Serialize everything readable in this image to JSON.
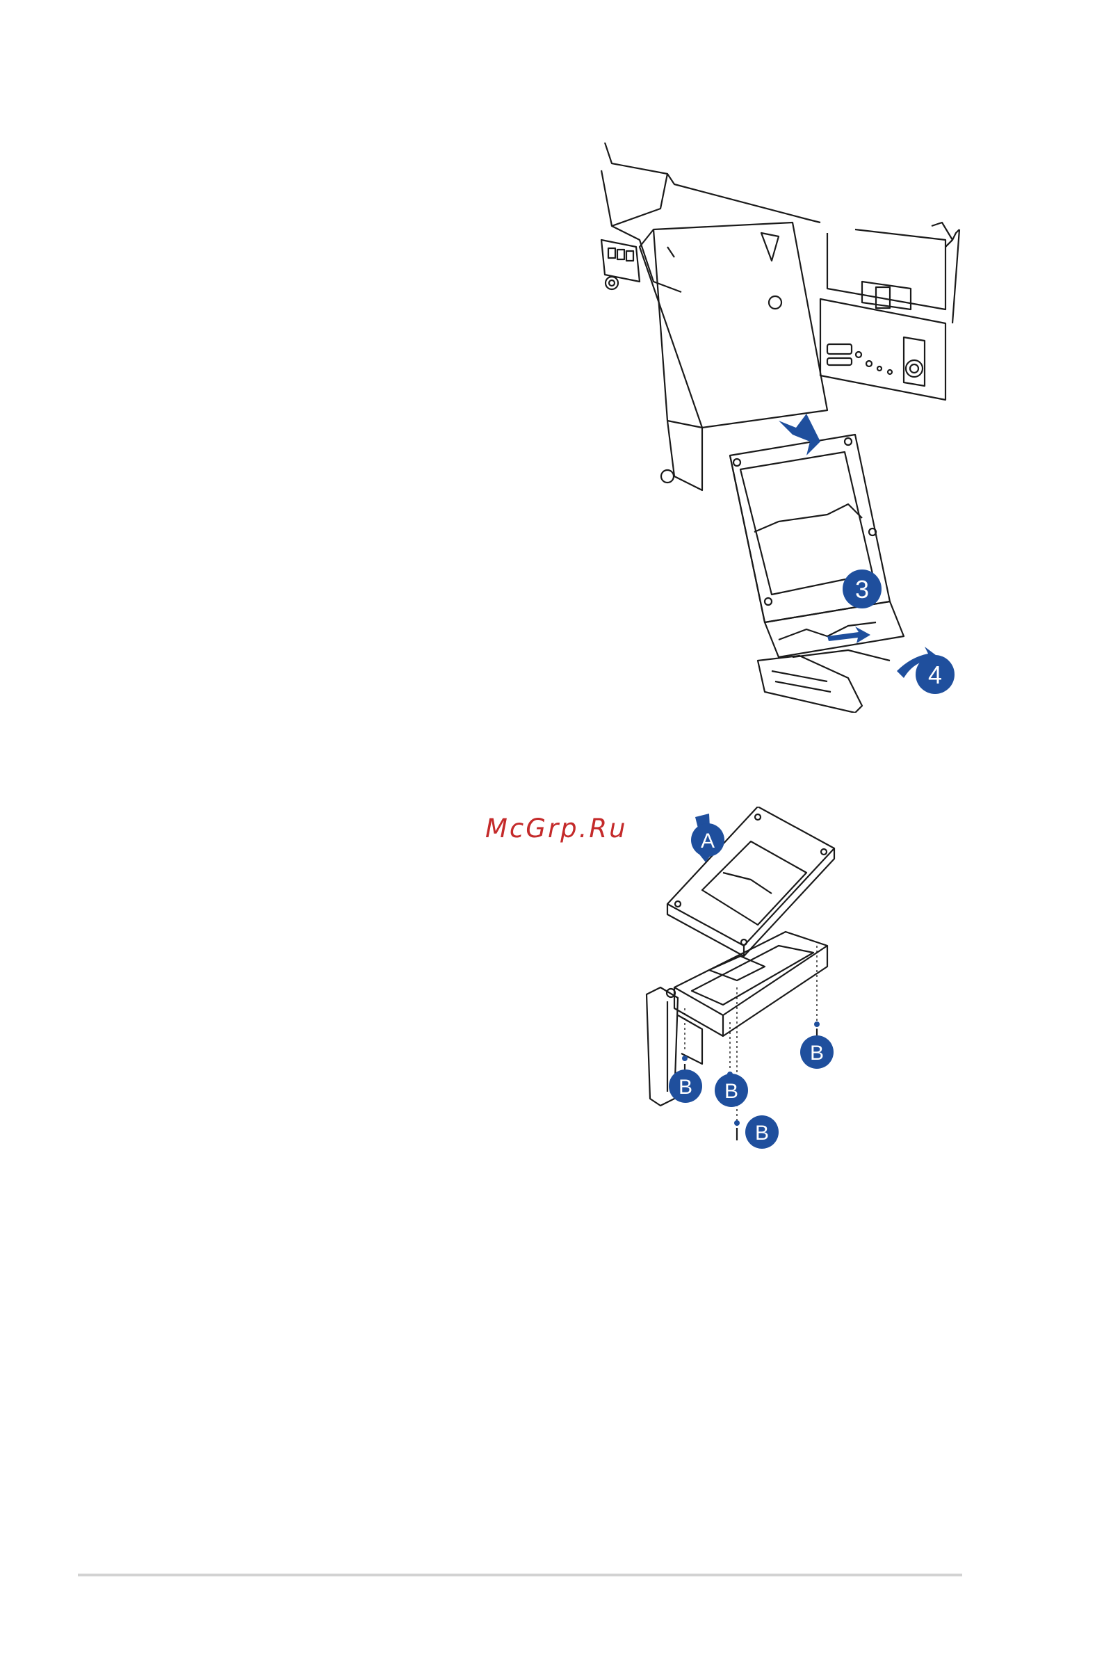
{
  "watermark": "McGrp.Ru",
  "colors": {
    "callout_blue": "#1f4f9d",
    "line": "#1a1a1a",
    "rule": "#d2d2d2"
  },
  "figure_top": {
    "callouts": [
      "3",
      "4"
    ]
  },
  "figure_bottom": {
    "callouts": [
      "A",
      "B",
      "B",
      "B",
      "B"
    ]
  }
}
